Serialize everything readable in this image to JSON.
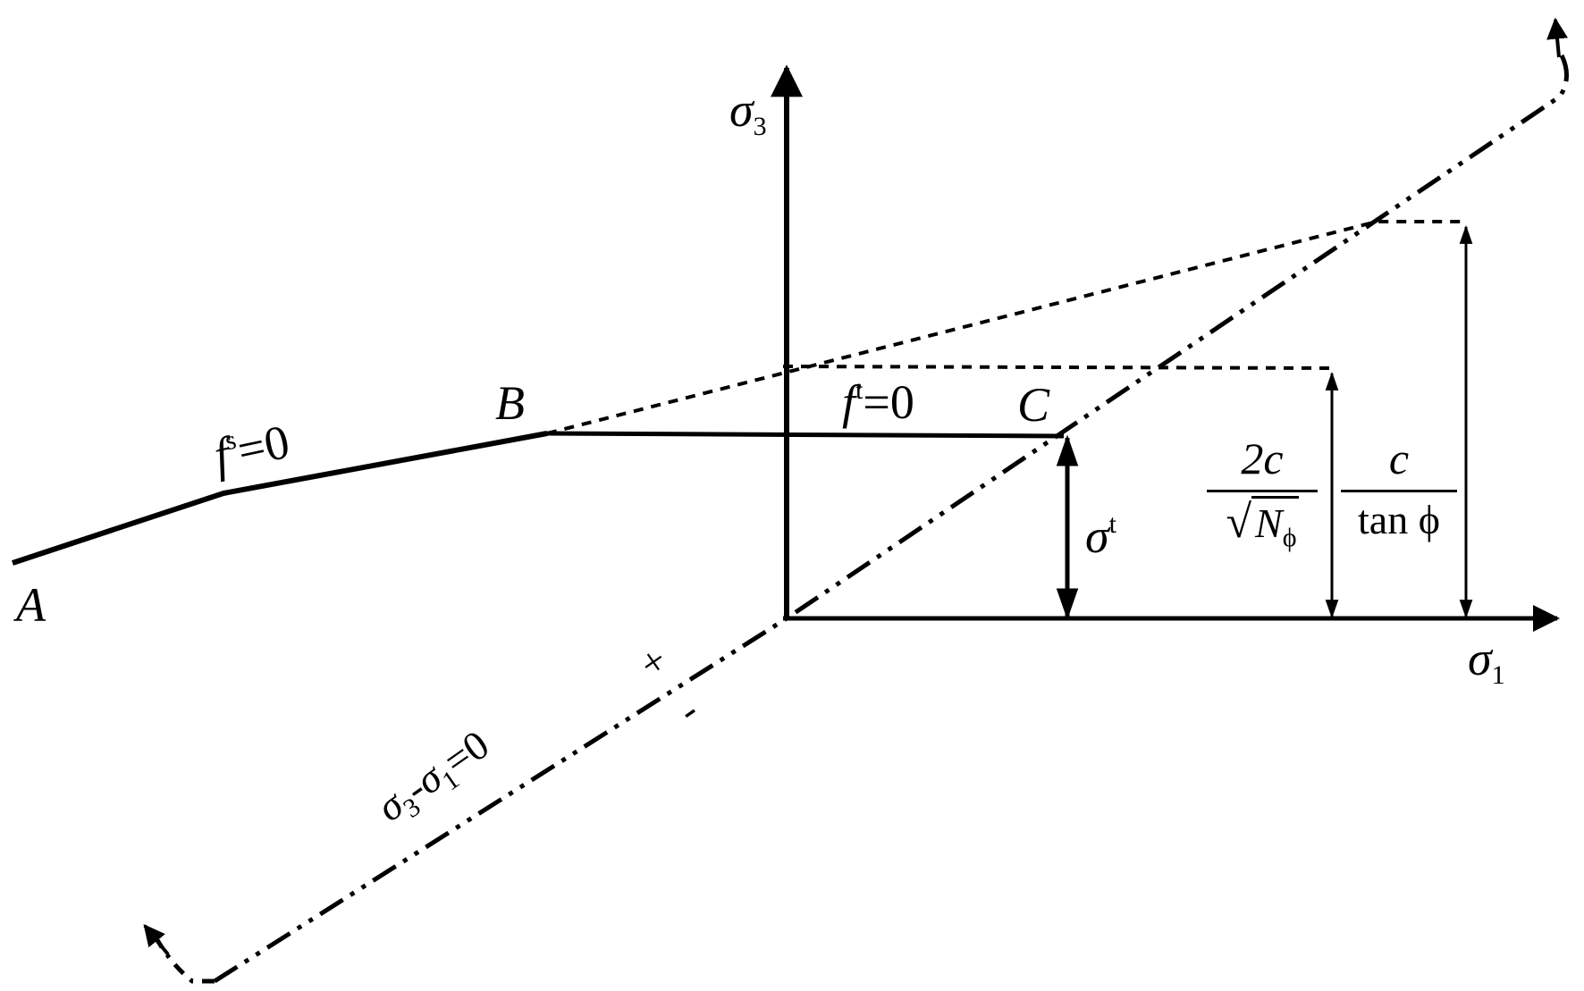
{
  "diagram": {
    "axes": {
      "y_label": {
        "sym": "σ",
        "sub": "3"
      },
      "x_label": {
        "sym": "σ",
        "sub": "1"
      }
    },
    "points": {
      "a": "A",
      "b": "B",
      "c": "C"
    },
    "shear_criterion": {
      "f": "f",
      "sup": "s",
      "eq": "=0"
    },
    "tension_criterion": {
      "f": "f",
      "sup": "t",
      "eq": "=0"
    },
    "tensile_strength": {
      "sym": "σ",
      "sup": "t"
    },
    "dimension_1": {
      "num": "2c",
      "rad": "√",
      "den_sym": "N",
      "den_sub": "ϕ"
    },
    "dimension_2": {
      "num": "c",
      "den": "tan ϕ"
    },
    "diagonal_line": {
      "s3": "σ",
      "s3sub": "3",
      "minus": "-",
      "s1": "σ",
      "s1sub": "1",
      "eq": "=0"
    },
    "sign_plus": "+",
    "sign_minus": "-",
    "colors": {
      "line": "#000000",
      "background": "#ffffff"
    }
  }
}
